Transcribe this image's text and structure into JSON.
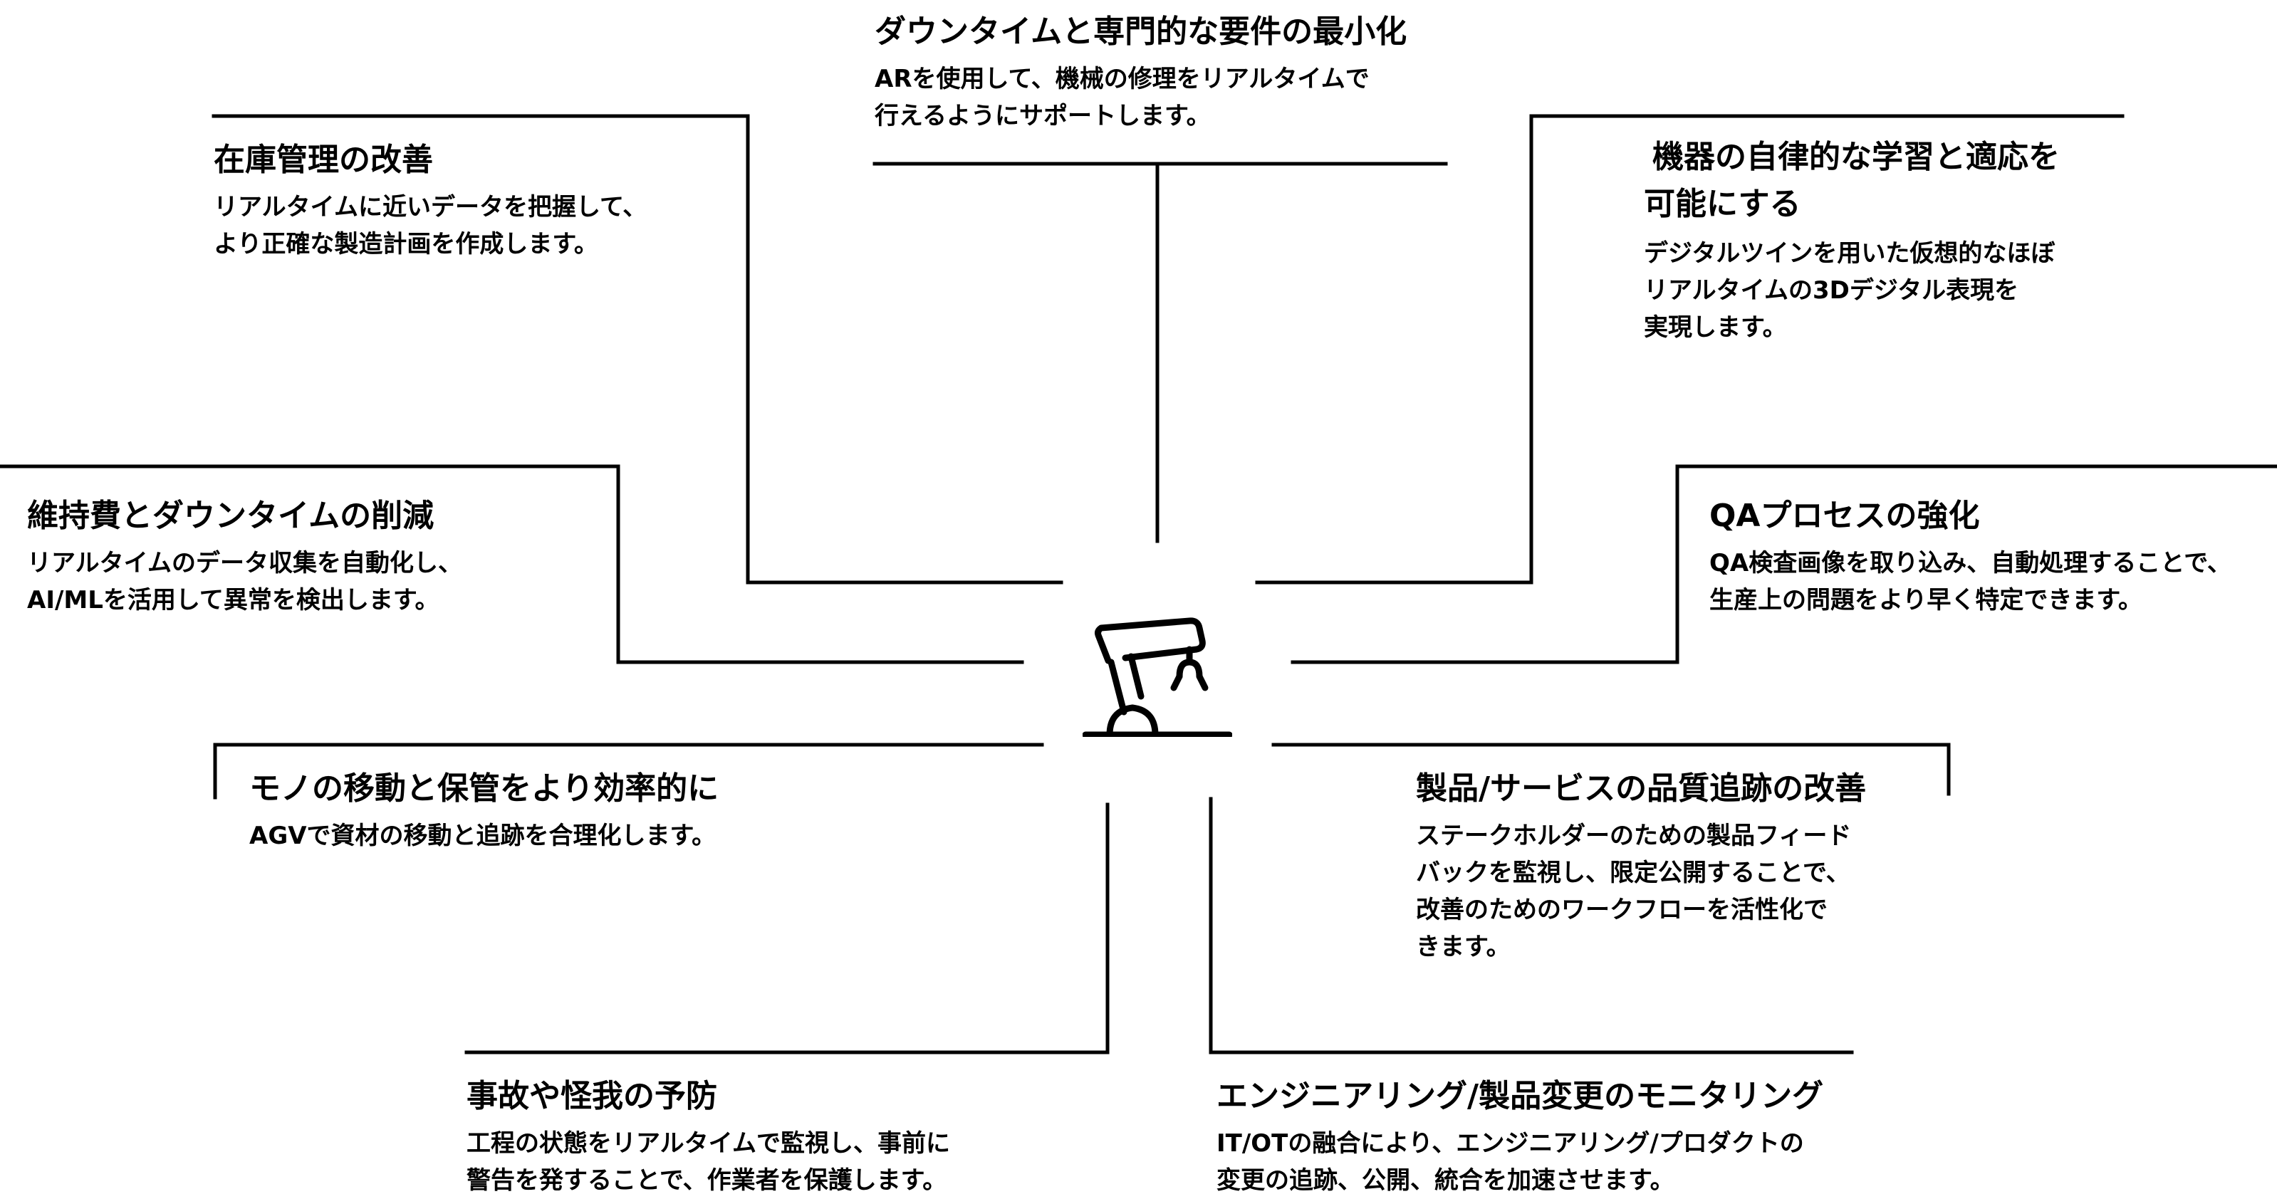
{
  "center_icon": "robot-arm-icon",
  "nodes": {
    "downtime": {
      "title": "ダウンタイムと専門的な要件の最小化",
      "desc": [
        "ARを使用して、機械の修理をリアルタイムで",
        "行えるようにサポートします。"
      ]
    },
    "inventory": {
      "title": "在庫管理の改善",
      "desc": [
        "リアルタイムに近いデータを把握して、",
        "より正確な製造計画を作成します。"
      ]
    },
    "learning": {
      "title": [
        "機器の自律的な学習と適応を",
        "可能にする"
      ],
      "desc": [
        "デジタルツインを用いた仮想的なほぼ",
        "リアルタイムの3Dデジタル表現を",
        "実現します。"
      ]
    },
    "maintenance": {
      "title": "維持費とダウンタイムの削減",
      "desc": [
        "リアルタイムのデータ収集を自動化し、",
        "AI/MLを活用して異常を検出します。"
      ]
    },
    "qa": {
      "title": "QAプロセスの強化",
      "desc": [
        "QA検査画像を取り込み、自動処理することで、",
        "生産上の問題をより早く特定できます。"
      ]
    },
    "movement": {
      "title": "モノの移動と保管をより効率的に",
      "desc": [
        "AGVで資材の移動と追跡を合理化します。"
      ]
    },
    "quality": {
      "title": "製品/サービスの品質追跡の改善",
      "desc": [
        "ステークホルダーのための製品フィード",
        "バックを監視し、限定公開することで、",
        "改善のためのワークフローを活性化で",
        "きます。"
      ]
    },
    "accident": {
      "title": "事故や怪我の予防",
      "desc": [
        "工程の状態をリアルタイムで監視し、事前に",
        "警告を発することで、作業者を保護します。"
      ]
    },
    "engineering": {
      "title": "エンジニアリング/製品変更のモニタリング",
      "desc": [
        "IT/OTの融合により、エンジニアリング/プロダクトの",
        "変更の追跡、公開、統合を加速させます。"
      ]
    }
  }
}
